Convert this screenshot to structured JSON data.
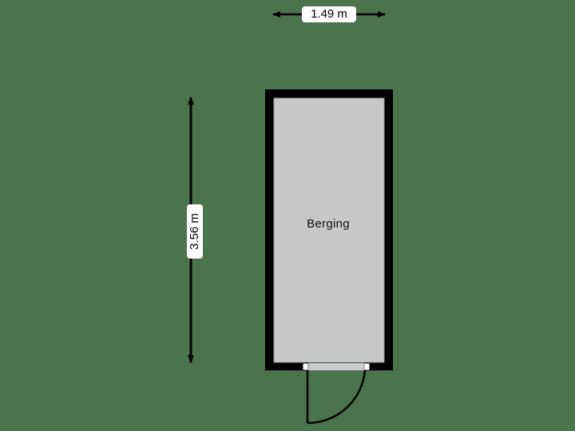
{
  "floorplan": {
    "room": {
      "name": "Berging",
      "floor_color": "#c8c8c8",
      "wall_color": "#000000"
    },
    "dimensions": {
      "width": "1.49 m",
      "height": "3.56 m"
    },
    "background_color": "#4a744c",
    "door": {
      "type": "single swing door",
      "wall": "bottom"
    }
  }
}
